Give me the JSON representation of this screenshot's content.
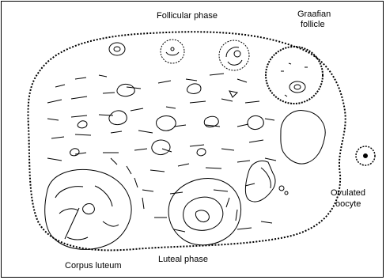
{
  "diagram": {
    "labels": {
      "follicular_phase": "Follicular phase",
      "graafian_follicle_line1": "Graafian",
      "graafian_follicle_line2": "follicle",
      "ovulated_oocyte_line1": "Ovulated",
      "ovulated_oocyte_line2": "oocyte",
      "corpus_luteum": "Corpus luteum",
      "luteal_phase": "Luteal phase"
    },
    "colors": {
      "ink": "#000000",
      "background": "#ffffff"
    }
  }
}
